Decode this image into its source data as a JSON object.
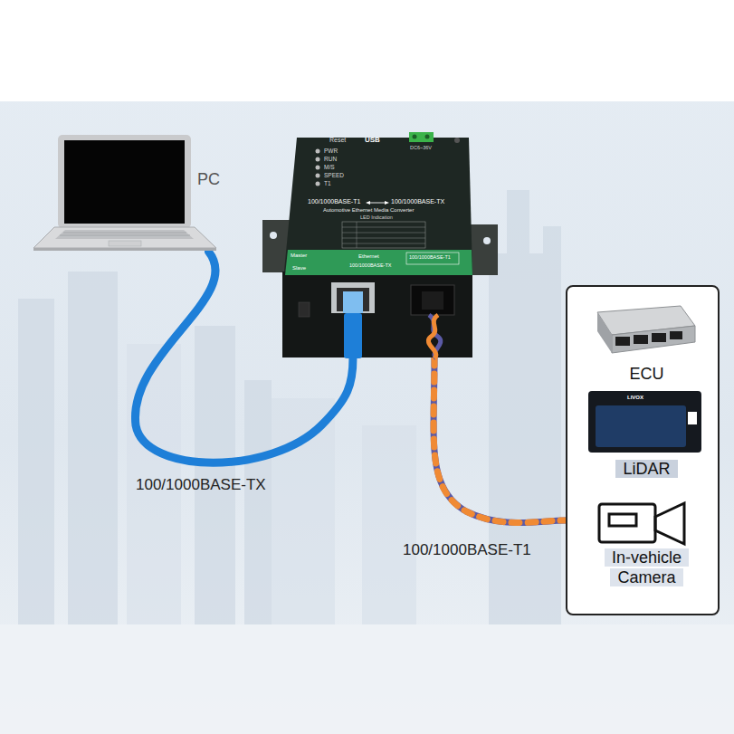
{
  "diagram": {
    "nodes": [
      {
        "text": [
          "PC"
        ]
      },
      {
        "text": [
          "100/1000BASE-T1",
          "100/1000BASE-TX",
          "Automotive Ethernet Media Converter"
        ]
      },
      {
        "text": []
      },
      {
        "text": [
          "ECU"
        ],
        "in": 2
      },
      {
        "text": [
          "LiDAR"
        ],
        "in": 2
      },
      {
        "text": [
          "In-vehicle Camera"
        ],
        "in": 2
      }
    ],
    "edges": [
      {
        "from": 0,
        "to": 1,
        "arrow": "none",
        "label": "100/1000BASE-TX"
      },
      {
        "from": 1,
        "to": 2,
        "arrow": "none",
        "label": "100/1000BASE-T1"
      }
    ],
    "labels": [
      "Reset",
      "USB",
      "DC6~36V",
      "PWR",
      "RUN",
      "M/S",
      "SPEED",
      "T1",
      "LED Indication",
      "Master",
      "Slave",
      "Ethernet",
      "100/1000BASE-TX",
      "100/1000BASE-T1",
      "LIVOX"
    ]
  }
}
